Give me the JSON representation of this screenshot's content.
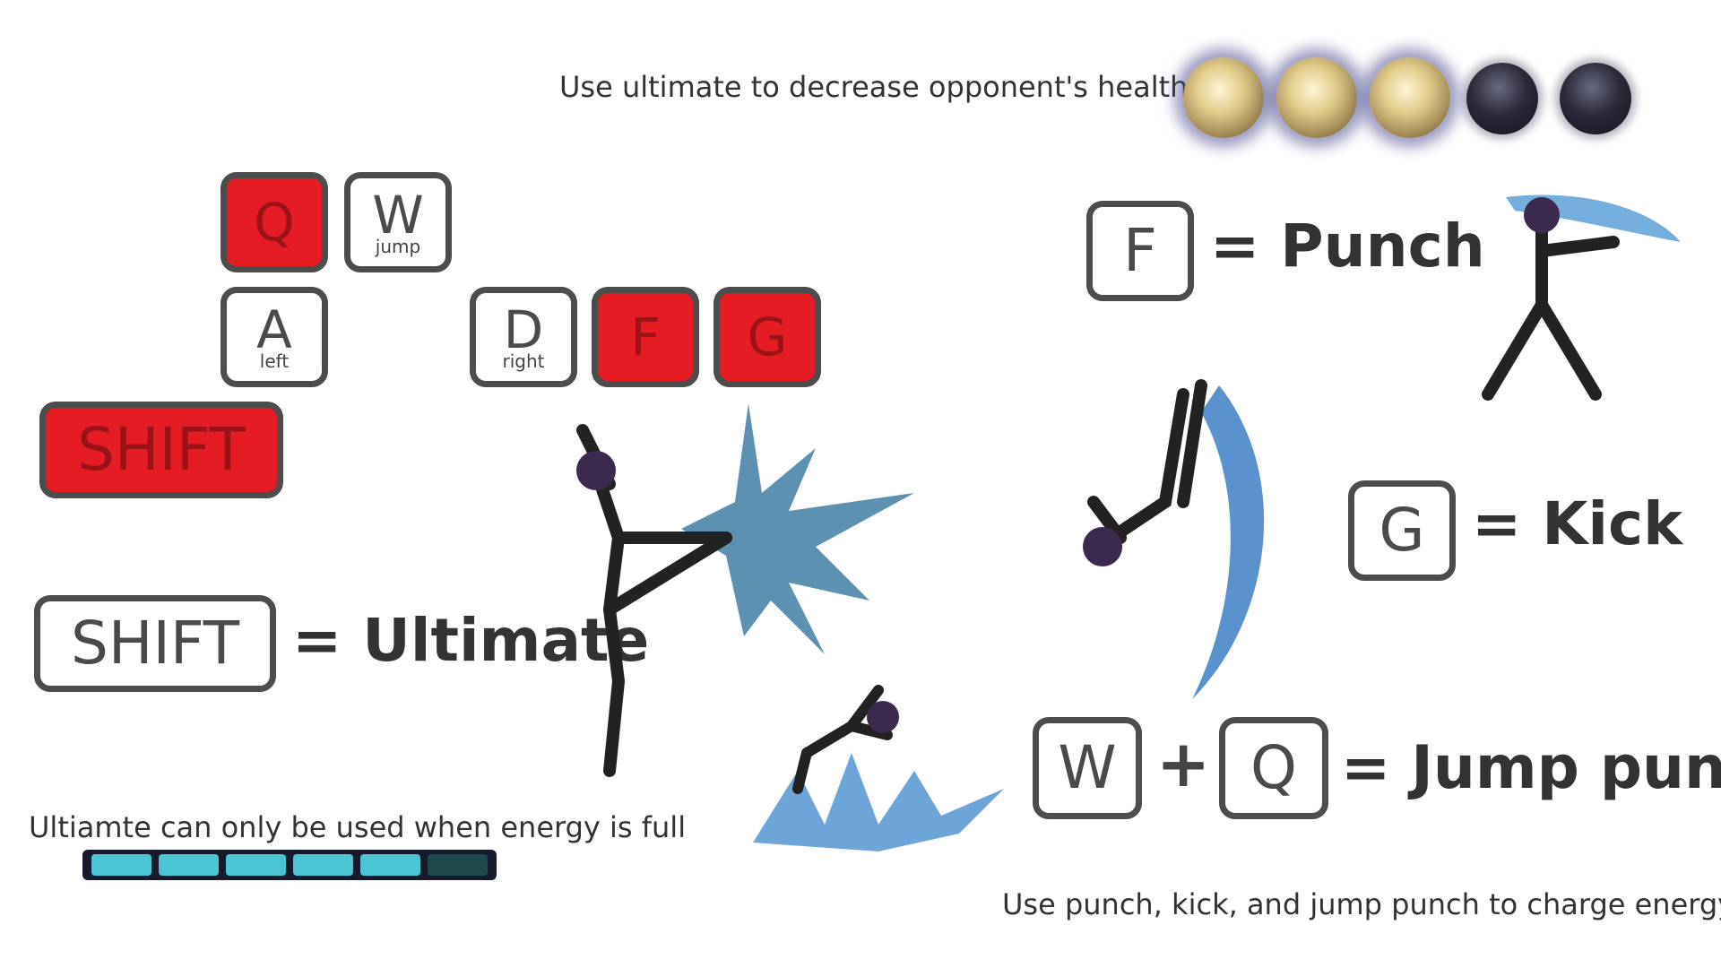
{
  "health": {
    "hint": "Use ultimate to decrease opponent's health",
    "orbs_total": 5,
    "orbs_filled": 3
  },
  "keyboard": {
    "q": {
      "label": "Q",
      "sub": ""
    },
    "w": {
      "label": "W",
      "sub": "jump"
    },
    "a": {
      "label": "A",
      "sub": "left"
    },
    "d": {
      "label": "D",
      "sub": "right"
    },
    "f": {
      "label": "F",
      "sub": ""
    },
    "g": {
      "label": "G",
      "sub": ""
    },
    "shift": {
      "label": "SHIFT",
      "sub": ""
    }
  },
  "legend": {
    "ultimate": {
      "key": "SHIFT",
      "text": "= Ultimate"
    },
    "punch": {
      "key": "F",
      "text": "= Punch"
    },
    "kick": {
      "key": "G",
      "text": "= Kick"
    },
    "jump_punch": {
      "key1": "W",
      "plus": "+",
      "key2": "Q",
      "text": "= Jump punch"
    }
  },
  "energy": {
    "hint": "Ultiamte can only be used when energy is full",
    "cells_total": 6,
    "cells_filled": 5
  },
  "charge_hint": "Use punch, kick, and jump punch to charge energy",
  "colors": {
    "key_red": "#e61c24",
    "key_border": "#4d4d4d",
    "energy_full": "#49c5d3",
    "energy_empty": "#1c4a4d"
  }
}
